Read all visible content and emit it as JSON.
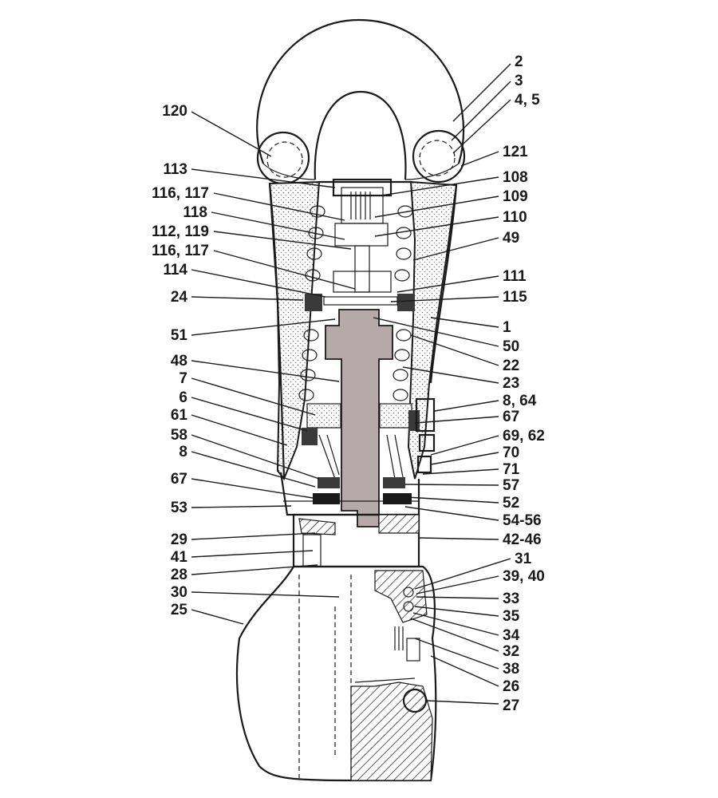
{
  "colors": {
    "line": "#1a1a1a",
    "shaft": "#b5a9aa",
    "stipple": "#d8d4cf",
    "paper": "#ffffff"
  },
  "labels": {
    "l2": "2",
    "l3": "3",
    "l4_5": "4, 5",
    "l120": "120",
    "l121": "121",
    "l113": "113",
    "l108": "108",
    "l116_117a": "116, 117",
    "l109": "109",
    "l118": "118",
    "l110": "110",
    "l112_119": "112, 119",
    "l49": "49",
    "l116_117b": "116, 117",
    "l114": "114",
    "l111": "111",
    "l24": "24",
    "l115": "115",
    "l51": "51",
    "l1": "1",
    "l50": "50",
    "l22": "22",
    "l48": "48",
    "l23": "23",
    "l7": "7",
    "l8_64": "8, 64",
    "l6": "6",
    "l67a": "67",
    "l61": "61",
    "l69_62": "69, 62",
    "l58": "58",
    "l70": "70",
    "l8": "8",
    "l71": "71",
    "l67b": "67",
    "l57": "57",
    "l52": "52",
    "l53": "53",
    "l54_56": "54-56",
    "l29": "29",
    "l42_46": "42-46",
    "l41": "41",
    "l31": "31",
    "l28": "28",
    "l39_40": "39, 40",
    "l30": "30",
    "l33": "33",
    "l25": "25",
    "l35": "35",
    "l34": "34",
    "l32": "32",
    "l38": "38",
    "l26": "26",
    "l27": "27"
  }
}
